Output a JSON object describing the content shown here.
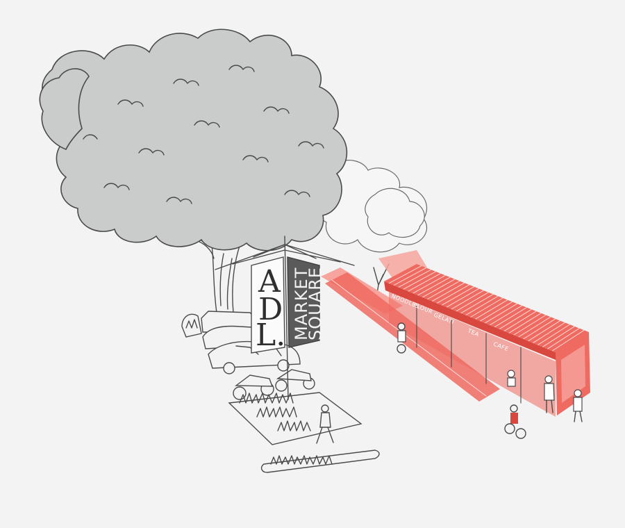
{
  "banner_left": {
    "letters": [
      "A",
      "D",
      "L."
    ]
  },
  "banner_right": {
    "line1": "MARKET",
    "line2": "SQUARE"
  },
  "market_signs": [
    "NOODLES",
    "FLOUR",
    "GELATI",
    "TEA",
    "CAFE"
  ],
  "colors": {
    "accent": "#ef6a60",
    "accent_dark": "#d9483f",
    "canopy": "#c9cccb",
    "ink": "#4a4a4a",
    "background": "#f3f3f3"
  }
}
